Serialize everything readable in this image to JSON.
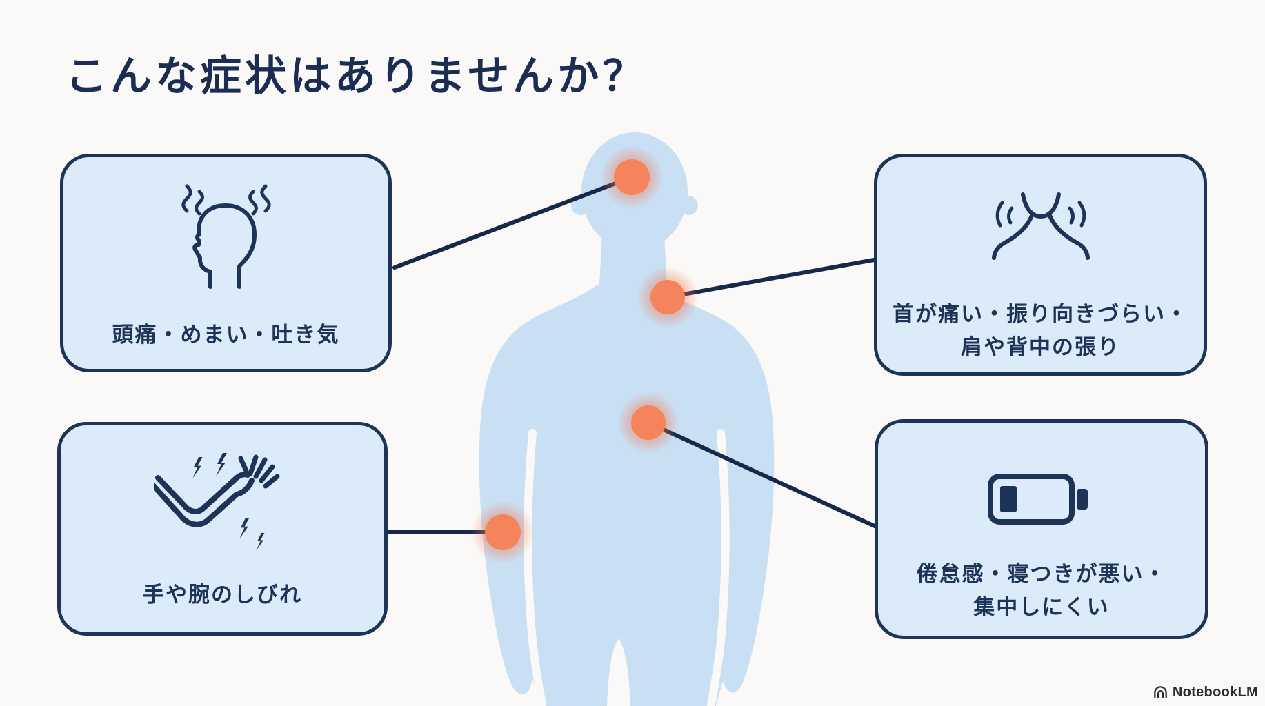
{
  "title": "こんな症状はありませんか？",
  "cards": {
    "headache": {
      "label": "頭痛・めまい・吐き気",
      "icon": "stressed-head-icon"
    },
    "neck": {
      "line1": "首が痛い・振り向きづらい・",
      "line2": "肩や背中の張り",
      "icon": "tense-neck-shoulders-icon"
    },
    "arm": {
      "label": "手や腕のしびれ",
      "icon": "numb-arm-lightning-icon"
    },
    "fatigue": {
      "line1": "倦怠感・寝つきが悪い・",
      "line2": "集中しにくい",
      "icon": "low-battery-icon"
    }
  },
  "figure": {
    "markers": [
      "head-pain-marker",
      "neck-shoulder-pain-marker",
      "upper-back-pain-marker",
      "elbow-pain-marker"
    ]
  },
  "branding": {
    "logo_text": "NotebookLM",
    "logo_icon": "notebooklm-arcs-icon"
  },
  "colors": {
    "background": "#faf9f7",
    "card_fill": "#dcebfa",
    "card_border": "#1c3456",
    "text_navy": "#1d3358",
    "title_navy": "#1b2d52",
    "body_silhouette": "#c9dff4",
    "marker_orange": "#f5845c",
    "connector_line": "#16294a",
    "logo_text_color": "#2d2d2d"
  }
}
